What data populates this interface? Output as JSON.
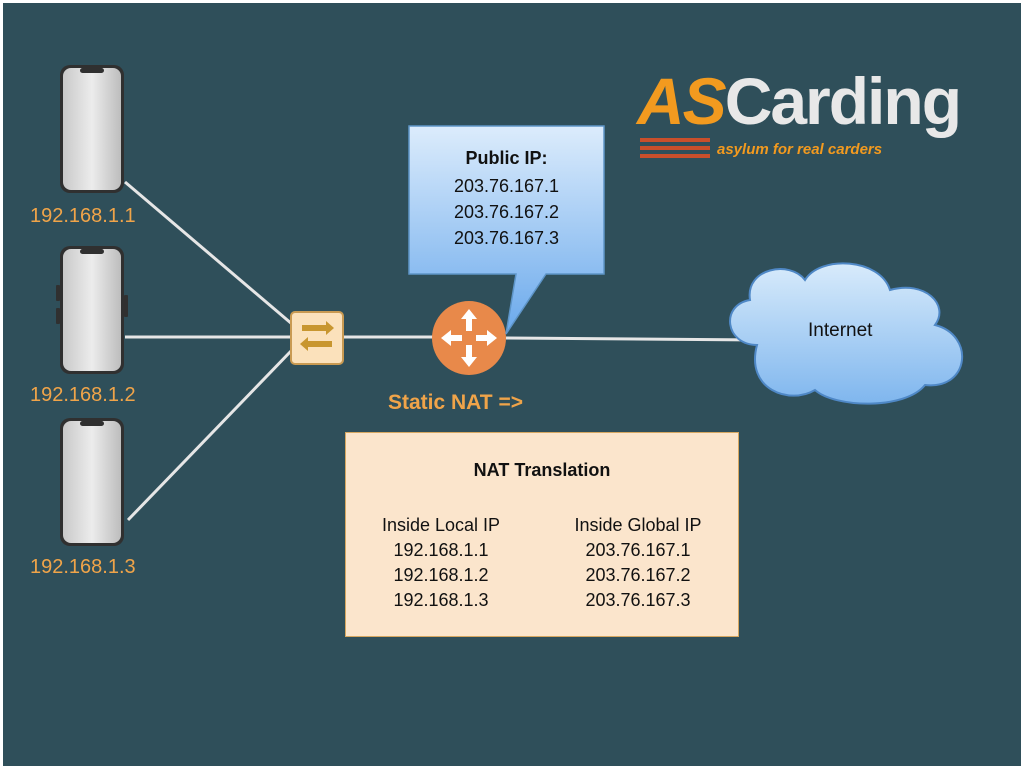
{
  "devices": [
    {
      "ip": "192.168.1.1"
    },
    {
      "ip": "192.168.1.2"
    },
    {
      "ip": "192.168.1.3"
    }
  ],
  "public_ip": {
    "title": "Public IP:",
    "addresses": [
      "203.76.167.1",
      "203.76.167.2",
      "203.76.167.3"
    ]
  },
  "nat_caption": "Static NAT =>",
  "nat_table": {
    "title": "NAT Translation",
    "local_header": "Inside Local IP",
    "global_header": "Inside Global IP",
    "rows": [
      {
        "local": "192.168.1.1",
        "global": "203.76.167.1"
      },
      {
        "local": "192.168.1.2",
        "global": "203.76.167.2"
      },
      {
        "local": "192.168.1.3",
        "global": "203.76.167.3"
      }
    ]
  },
  "cloud_label": "Internet",
  "logo": {
    "brand_prefix": "AS",
    "brand_suffix": "Carding",
    "tagline": "asylum for real carders"
  },
  "colors": {
    "background": "#2f4f5a",
    "ip_label": "#f0a449",
    "link": "#e6e6e6",
    "router": "#e8894a",
    "switch": "#fbe1bb",
    "callout": "#8fc0ef",
    "cloud": "#a8d0f5",
    "table": "#fbe5cc",
    "logo_accent": "#f29a1f"
  }
}
